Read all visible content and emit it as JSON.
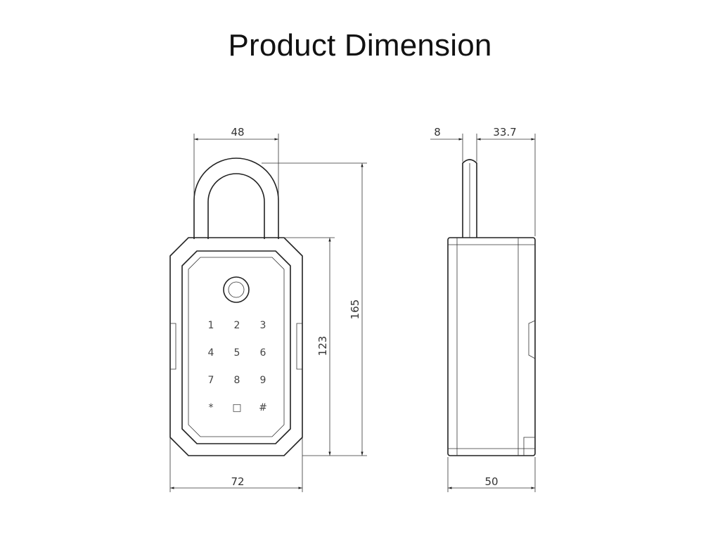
{
  "title": "Product Dimension",
  "front_view": {
    "dim_width_shackle": "48",
    "dim_height_total": "165",
    "dim_height_body": "123",
    "dim_width_body": "72",
    "keypad": [
      [
        "1",
        "2",
        "3"
      ],
      [
        "4",
        "5",
        "6"
      ],
      [
        "7",
        "8",
        "9"
      ],
      [
        "*",
        "□",
        "#"
      ]
    ]
  },
  "side_view": {
    "dim_shackle_thickness": "8",
    "dim_shackle_offset": "33.7",
    "dim_depth": "50"
  }
}
